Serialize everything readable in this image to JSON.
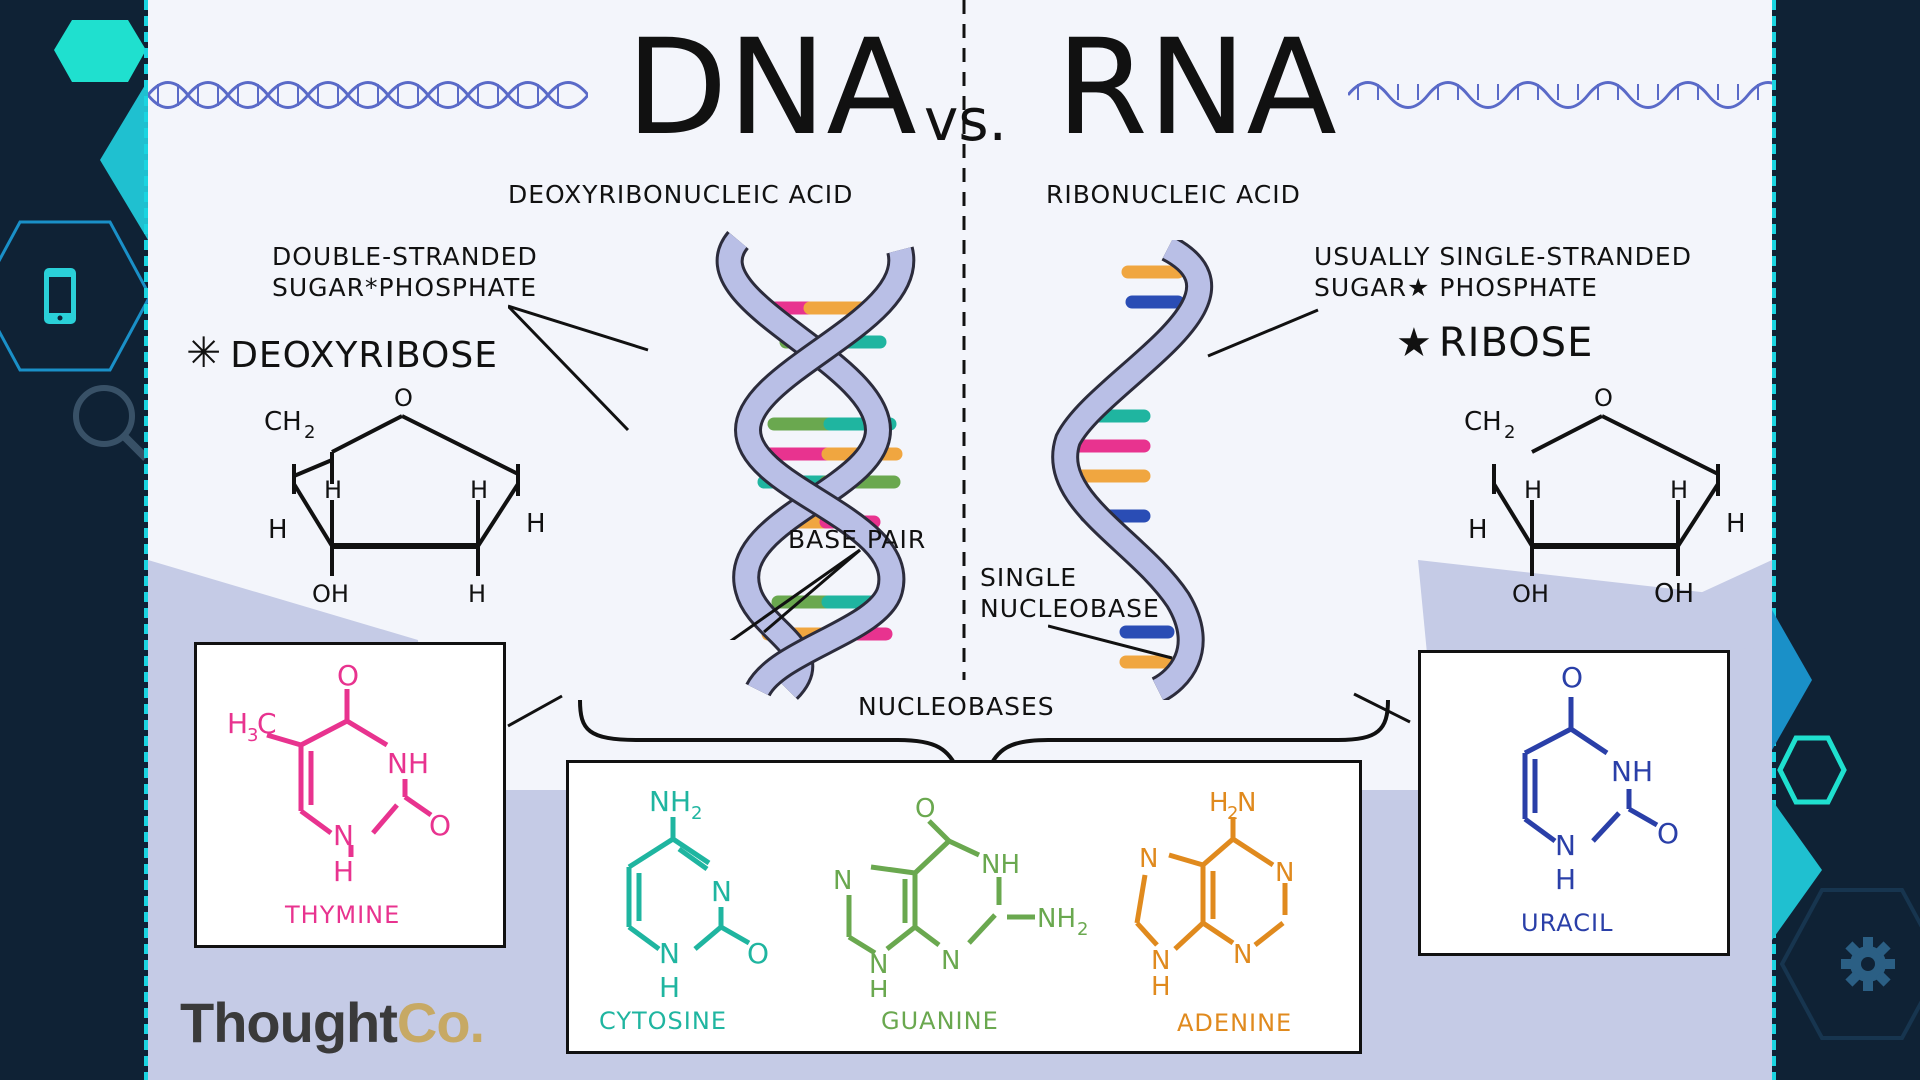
{
  "title": {
    "left": "DNA",
    "vs": "vs.",
    "right": "RNA"
  },
  "dna": {
    "full_name": "DEOXYRIBONUCLEIC ACID",
    "strand_label_1": "DOUBLE-STRANDED",
    "strand_label_2": "SUGAR*PHOSPHATE",
    "sugar": "DEOXYRIBOSE",
    "base_pair": "BASE PAIR"
  },
  "rna": {
    "full_name": "RIBONUCLEIC ACID",
    "strand_label_1": "USUALLY SINGLE-STRANDED",
    "strand_label_2": "SUGAR★ PHOSPHATE",
    "sugar": "RIBOSE",
    "single_1": "SINGLE",
    "single_2": "NUCLEOBASE"
  },
  "nucleobases_label": "NUCLEOBASES",
  "bases": {
    "thymine": "THYMINE",
    "cytosine": "CYTOSINE",
    "guanine": "GUANINE",
    "adenine": "ADENINE",
    "uracil": "URACIL"
  },
  "brand": {
    "thought": "Thought",
    "co": "Co."
  },
  "colors": {
    "pink": "#e8338f",
    "teal": "#1fb5a0",
    "green": "#6aa84f",
    "orange": "#f0a640",
    "blue": "#2a4db5",
    "strand": "#b9bfe6",
    "accent": "#14d4d8"
  },
  "icons": [
    "phone-icon",
    "search-icon",
    "gear-icon",
    "hexagon-icon"
  ]
}
